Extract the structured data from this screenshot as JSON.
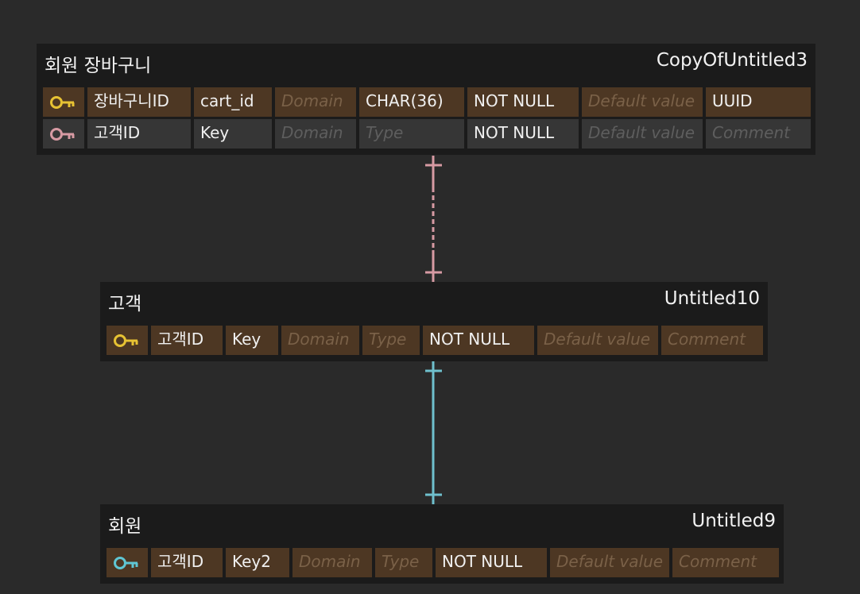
{
  "tables": {
    "cart": {
      "name": "회원 장바구니",
      "comment": "CopyOfUntitled3",
      "rows": [
        {
          "key_icon": "primary-key-icon",
          "key_color": "#e7c233",
          "logical": "장바구니ID",
          "physical": "cart_id",
          "domain": "Domain",
          "type": "CHAR(36)",
          "null": "NOT NULL",
          "default": "Default value",
          "comment": "UUID"
        },
        {
          "key_icon": "foreign-key-icon",
          "key_color": "#d79aa3",
          "logical": "고객ID",
          "physical": "Key",
          "domain": "Domain",
          "type": "Type",
          "null": "NOT NULL",
          "default": "Default value",
          "comment": "Comment"
        }
      ]
    },
    "customer": {
      "name": "고객",
      "comment": "Untitled10",
      "rows": [
        {
          "key_icon": "primary-key-icon",
          "key_color": "#e7c233",
          "logical": "고객ID",
          "physical": "Key",
          "domain": "Domain",
          "type": "Type",
          "null": "NOT NULL",
          "default": "Default value",
          "comment": "Comment"
        }
      ]
    },
    "member": {
      "name": "회원",
      "comment": "Untitled9",
      "rows": [
        {
          "key_icon": "primary-foreign-key-icon",
          "key_color": "#5fc6d3",
          "logical": "고객ID",
          "physical": "Key2",
          "domain": "Domain",
          "type": "Type",
          "null": "NOT NULL",
          "default": "Default value",
          "comment": "Comment"
        }
      ]
    }
  },
  "relations": [
    {
      "name": "cart-customer",
      "color": "#d79aa3",
      "style": "dashed"
    },
    {
      "name": "customer-member",
      "color": "#6fc0cd",
      "style": "solid"
    }
  ]
}
